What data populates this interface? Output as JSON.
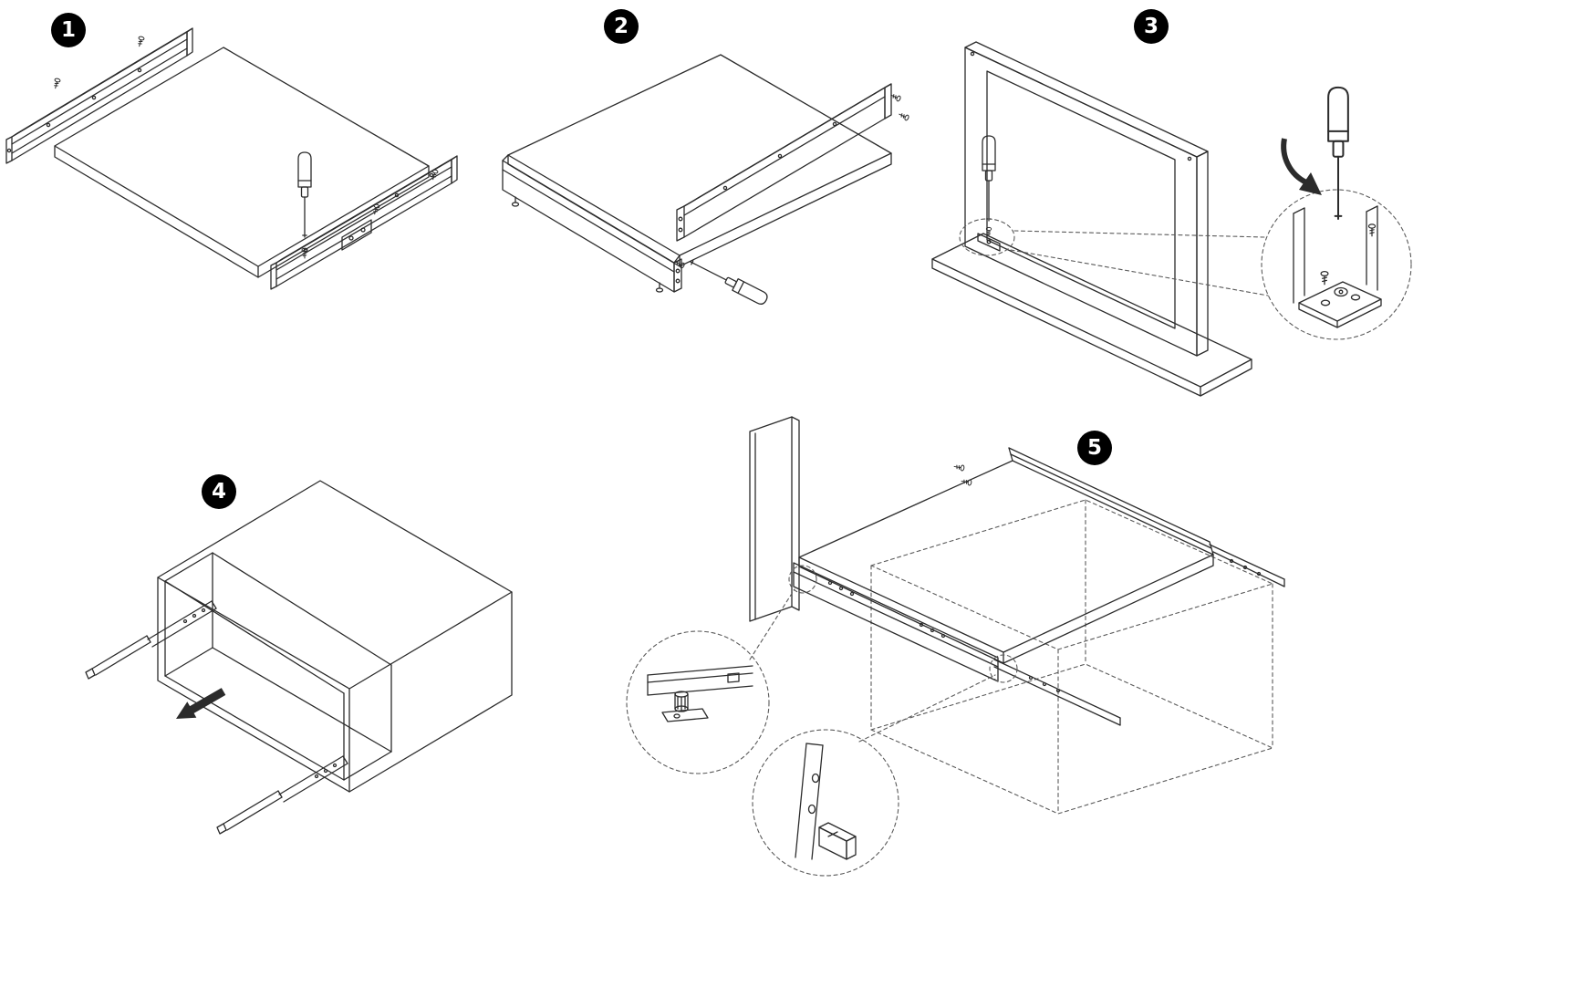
{
  "document": {
    "colors": {
      "background": "#ffffff",
      "line": "#2b2b2b",
      "dash": "#5a5a5a",
      "badge_bg": "#000000",
      "badge_fg": "#ffffff"
    }
  },
  "steps": [
    {
      "number": "1"
    },
    {
      "number": "2"
    },
    {
      "number": "3"
    },
    {
      "number": "4"
    },
    {
      "number": "5"
    }
  ],
  "icons": [
    {
      "name": "screwdriver-icon"
    },
    {
      "name": "screw-icon"
    },
    {
      "name": "pull-direction-arrow-icon"
    },
    {
      "name": "rotation-arrow-icon"
    },
    {
      "name": "detail-zoom-circle"
    }
  ]
}
